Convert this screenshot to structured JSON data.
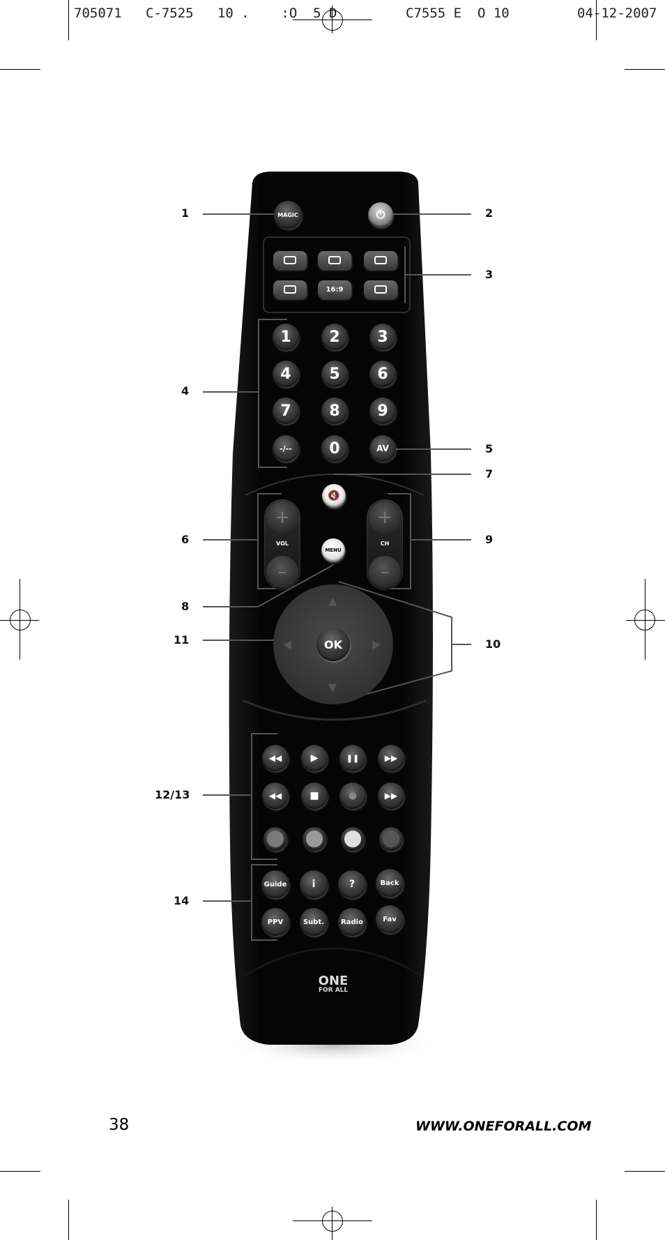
{
  "slug": {
    "left": "705071   C-7525   10 .    :O  5 D",
    "mid": "C7555 E  O 10",
    "right": "04-12-2007"
  },
  "callouts": {
    "c1": "1",
    "c2": "2",
    "c3": "3",
    "c4": "4",
    "c5": "5",
    "c6": "6",
    "c7": "7",
    "c8": "8",
    "c9": "9",
    "c10": "10",
    "c11": "11",
    "c12": "12/13",
    "c14": "14"
  },
  "remote": {
    "magic": "MAGIC",
    "teletext": [
      "",
      "",
      "",
      "",
      "16:9",
      ""
    ],
    "keys": [
      "1",
      "2",
      "3",
      "4",
      "5",
      "6",
      "7",
      "8",
      "9",
      "-/--",
      "0",
      "AV"
    ],
    "vol": "VOL",
    "ch": "CH",
    "menu": "MENU",
    "ok": "OK",
    "transport": [
      "◀◀",
      "▶",
      "❚❚",
      "▶▶",
      "◀◀",
      "■",
      "●",
      "▶▶"
    ],
    "func_row1": [
      "Guide",
      "i",
      "?",
      "Back"
    ],
    "func_row2": [
      "PPV",
      "Subt.",
      "Radio",
      "Fav"
    ],
    "brand_top": "ONE",
    "brand_bottom": "FOR ALL"
  },
  "footer": {
    "page_number": "38",
    "url": "WWW.ONEFORALL.COM"
  },
  "colors": {
    "remote_body": "#0c0c0c",
    "button": "#3a3a3a",
    "red": "#7a7a7a",
    "green": "#9a9a9a",
    "yellow": "#d8d8d8",
    "blue": "#5a5a5a"
  }
}
